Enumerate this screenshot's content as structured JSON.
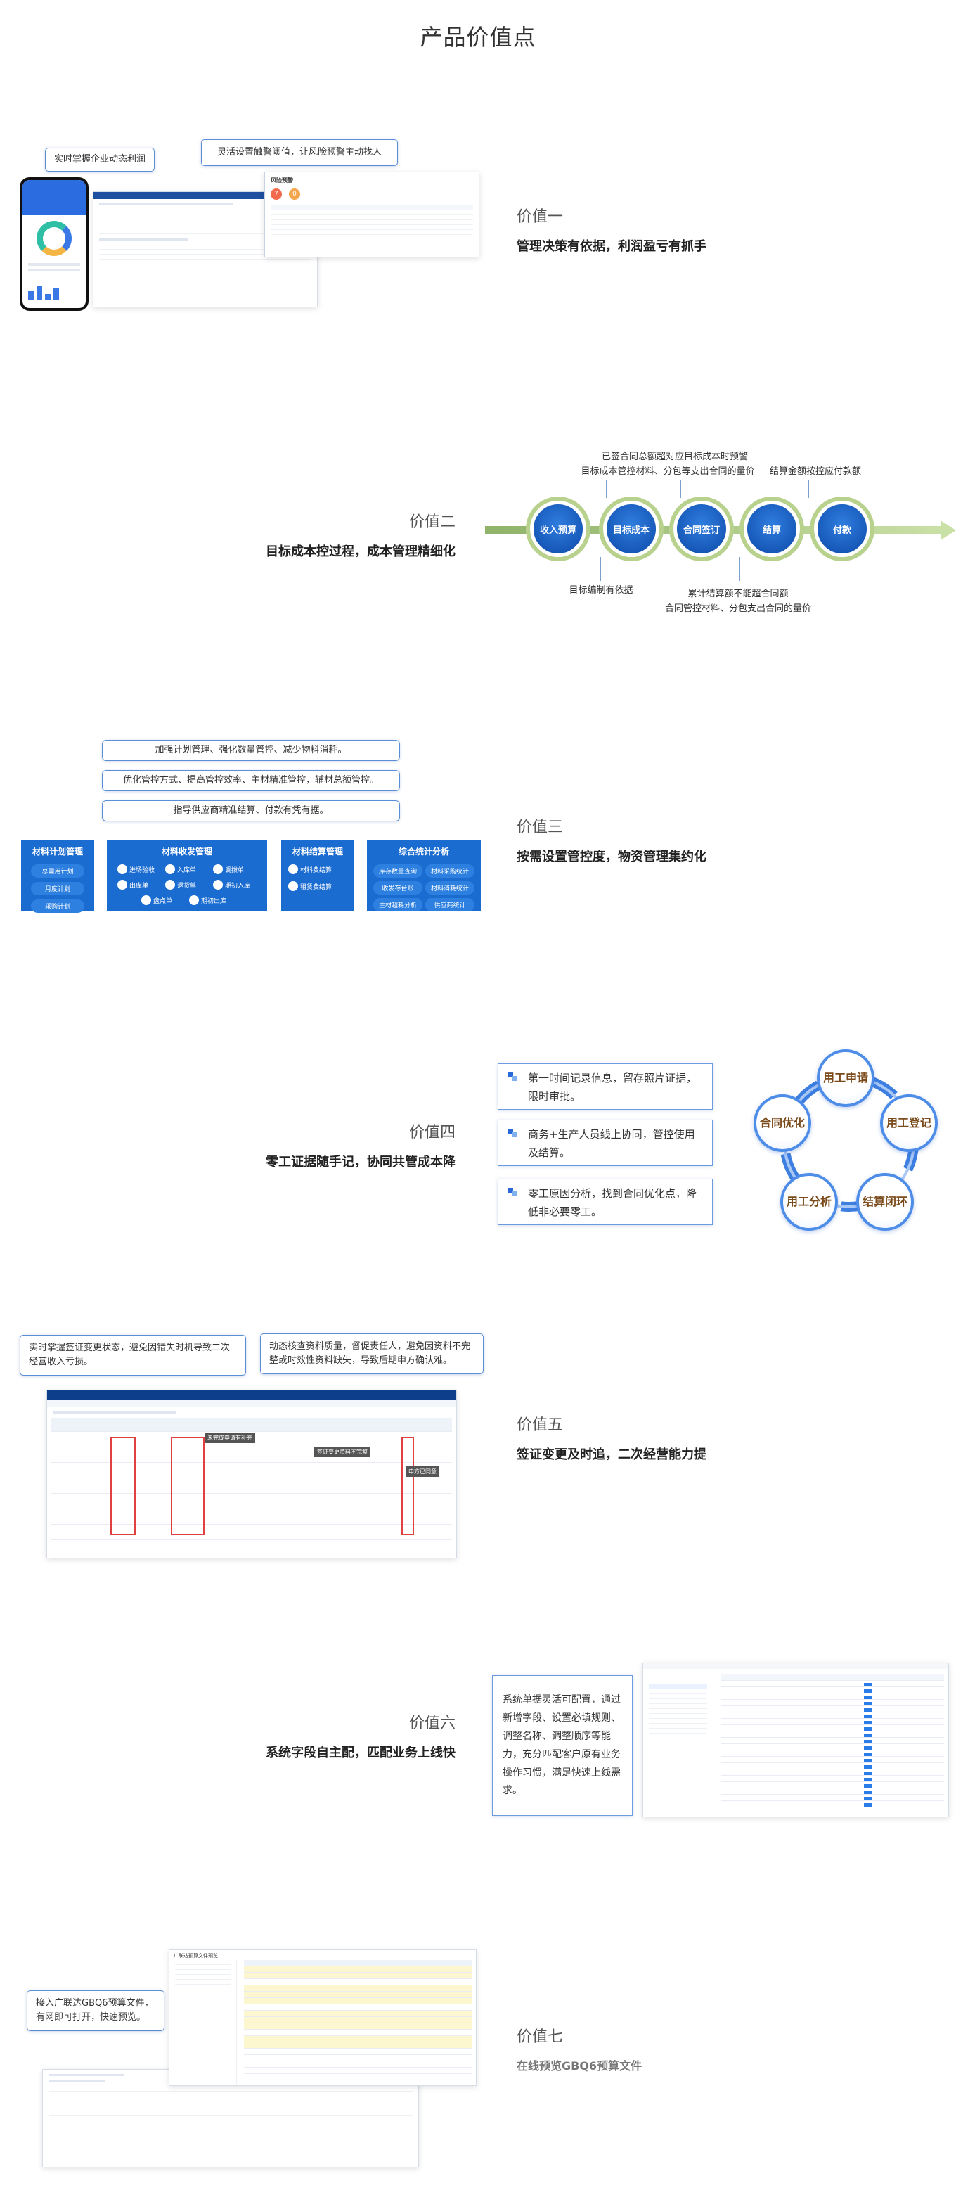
{
  "page": {
    "title": "产品价值点"
  },
  "v1": {
    "title": "价值一",
    "subtitle": "管理决策有依据，利润盈亏有抓手",
    "callout_left": "实时掌握企业动态利润",
    "callout_right": "灵活设置触警阈值，让风险预警主动找人",
    "panel_title": "风险预警",
    "badge_a": "7",
    "badge_b": "0"
  },
  "v2": {
    "title": "价值二",
    "subtitle": "目标成本控过程，成本管理精细化",
    "nodes": [
      "收入预算",
      "目标成本",
      "合同签订",
      "结算",
      "付款"
    ],
    "note_top_1": "已签合同总额超对应目标成本时预警",
    "note_top_2": "目标成本管控材料、分包等支出合同的量价",
    "note_top_right": "结算金额按控应付款额",
    "note_bottom_left": "目标编制有依据",
    "note_bottom_1": "累计结算额不能超合同额",
    "note_bottom_2": "合同管控材料、分包支出合同的量价"
  },
  "v3": {
    "title": "价值三",
    "subtitle": "按需设置管控度，物资管理集约化",
    "pills": [
      "加强计划管理、强化数量管控、减少物料消耗。",
      "优化管控方式、提高管控效率、主材精准管控，辅材总额管控。",
      "指导供应商精准结算、付款有凭有据。"
    ],
    "cards": [
      {
        "title": "材料计划管理",
        "items": [
          "总需用计划",
          "月度计划",
          "采购计划"
        ]
      },
      {
        "title": "材料收发管理",
        "items": [
          "进场验收",
          "入库单",
          "调拨单",
          "出库单",
          "退货单",
          "期初入库",
          "盘点单",
          "期初出库"
        ]
      },
      {
        "title": "材料结算管理",
        "items": [
          "材料费结算",
          "租赁费结算"
        ]
      },
      {
        "title": "综合统计分析",
        "items": [
          "库存数量查询",
          "材料采购统计",
          "收发存台账",
          "材料消耗统计",
          "主材超耗分析",
          "供应商统计"
        ]
      }
    ]
  },
  "v4": {
    "title": "价值四",
    "subtitle": "零工证据随手记，协同共管成本降",
    "items": [
      "第一时间记录信息，留存照片证据，限时审批。",
      "商务+生产人员线上协同，管控使用及结算。",
      "零工原因分析，找到合同优化点，降低非必要零工。"
    ],
    "cycle": [
      "用工申请",
      "用工登记",
      "结算闭环",
      "用工分析",
      "合同优化"
    ]
  },
  "v5": {
    "title": "价值五",
    "subtitle": "签证变更及时追，二次经营能力提",
    "callout_left": "实时掌握签证变更状态，避免因错失时机导致二次经营收入亏损。",
    "callout_right": "动态核查资料质量，督促责任人，避免因资料不完整或时效性资料缺失，导致后期申方确认难。",
    "tip_a": "未完成申请有补充",
    "tip_b": "签证变更资料不完整",
    "tip_c": "申方已同意"
  },
  "v6": {
    "title": "价值六",
    "subtitle": "系统字段自主配，匹配业务上线快",
    "box": "系统单据灵活可配置，通过新增字段、设置必填规则、调整名称、调整顺序等能力，充分匹配客户原有业务操作习惯，满足快速上线需求。"
  },
  "v7": {
    "title": "价值七",
    "subtitle": "在线预览GBQ6预算文件",
    "callout": "接入广联达GBQ6预算文件，有网即可打开，快速预览。",
    "mock_title": "广联达预算文件预览"
  },
  "colors": {
    "accent": "#1b6cd0",
    "green": "#b8d28e",
    "border": "#5a8fd6"
  }
}
